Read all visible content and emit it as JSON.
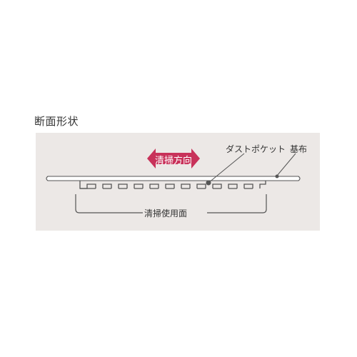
{
  "title": "断面形状",
  "labels": {
    "cleaning_direction": "清掃方向",
    "dust_pocket": "ダストポケット",
    "base_cloth": "基布",
    "cleaning_surface": "清掃使用面"
  },
  "colors": {
    "panel_background": "#ece8e6",
    "arrow": "#c8325a",
    "line": "#555555"
  },
  "icons": {
    "direction": "double-arrow-icon"
  }
}
